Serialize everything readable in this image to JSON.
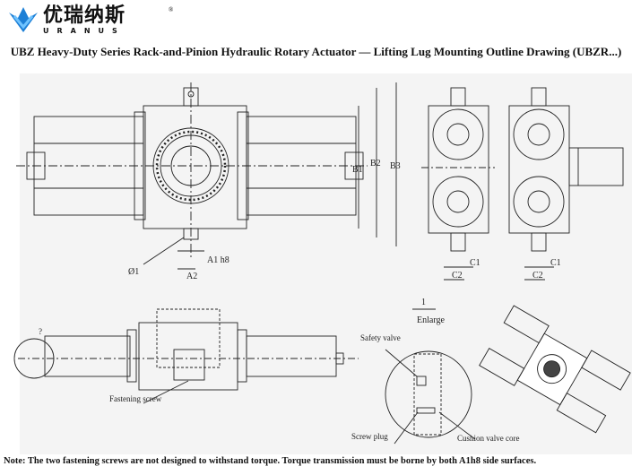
{
  "logo": {
    "name_cn": "优瑞纳斯",
    "name_en": "URANUS",
    "registered": "®"
  },
  "title": "UBZ Heavy-Duty Series Rack-and-Pinion Hydraulic Rotary Actuator — Lifting Lug Mounting Outline Drawing (UBZR...)",
  "dimensions": {
    "a1": "A1 h8",
    "a2": "A2",
    "phi": "Ø1",
    "b1": "B1",
    "b2": "B2",
    "b3": "B3",
    "c1": "C1",
    "c2": "C2",
    "c1b": "C1",
    "c2b": "C2"
  },
  "detail": {
    "number": "1",
    "label": "Enlarge",
    "marker": "?"
  },
  "callouts": {
    "fastening_screw": "Fastening screw",
    "safety_valve": "Safety valve",
    "screw_plug": "Screw plug",
    "cushion_valve_core": "Cushion valve core"
  },
  "note": "Note: The two fastening screws are not designed to withstand torque. Torque transmission must be borne by both A1h8 side surfaces."
}
